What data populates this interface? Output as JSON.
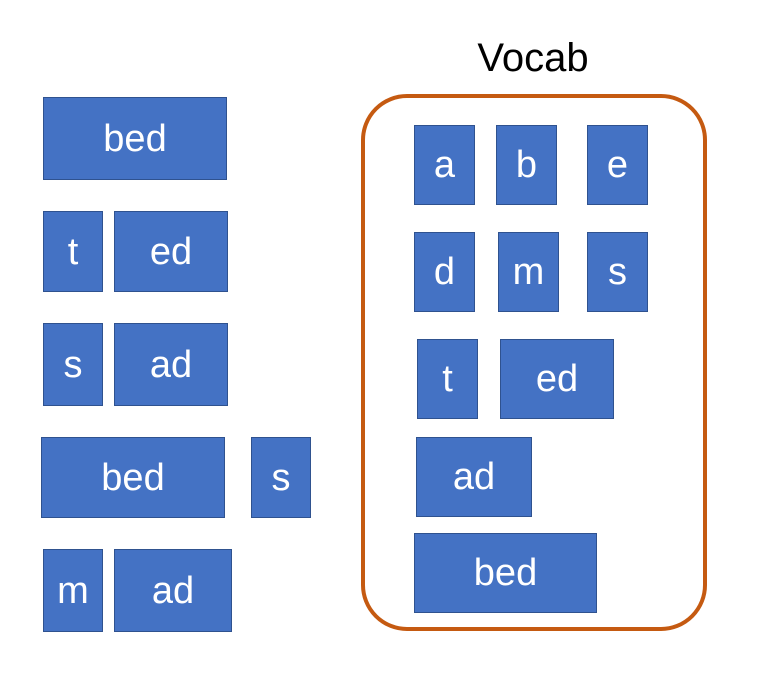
{
  "colors": {
    "token_fill": "#4472c4",
    "token_border": "#2f528f",
    "vocab_border": "#c55a11"
  },
  "vocab": {
    "title": "Vocab",
    "tokens": [
      "a",
      "b",
      "e",
      "d",
      "m",
      "s",
      "t",
      "ed",
      "ad",
      "bed"
    ]
  },
  "segmentations": [
    [
      "bed"
    ],
    [
      "t",
      "ed"
    ],
    [
      "s",
      "ad"
    ],
    [
      "bed",
      "s"
    ],
    [
      "m",
      "ad"
    ]
  ]
}
